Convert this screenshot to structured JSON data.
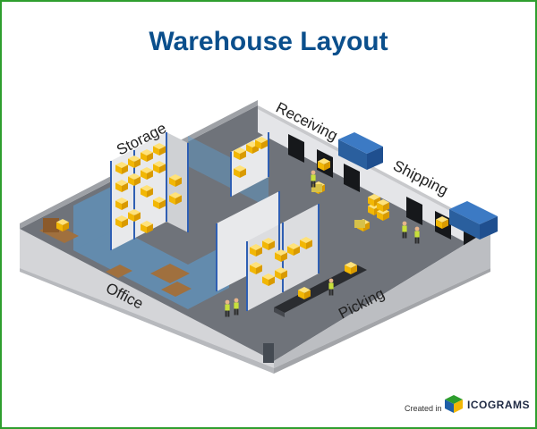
{
  "title": "Warehouse Layout",
  "zones": {
    "storage": "Storage",
    "receiving": "Receiving",
    "shipping": "Shipping",
    "office": "Office",
    "picking": "Picking"
  },
  "footer": {
    "created_in": "Created in",
    "brand": "ICOGRAMS"
  },
  "colors": {
    "frame": "#2e9e2e",
    "title": "#0b4f8c",
    "floor": "#6f737a",
    "wall": "#d4d5d8",
    "rack": "#2f5fb3",
    "box": "#f5c518",
    "glass": "#5aa0d8",
    "truck": "#1f4f8f"
  },
  "icons": [
    "truck-icon",
    "forklift-icon",
    "worker-icon",
    "pallet-icon",
    "conveyor-icon",
    "desk-icon",
    "icograms-logo-icon"
  ]
}
